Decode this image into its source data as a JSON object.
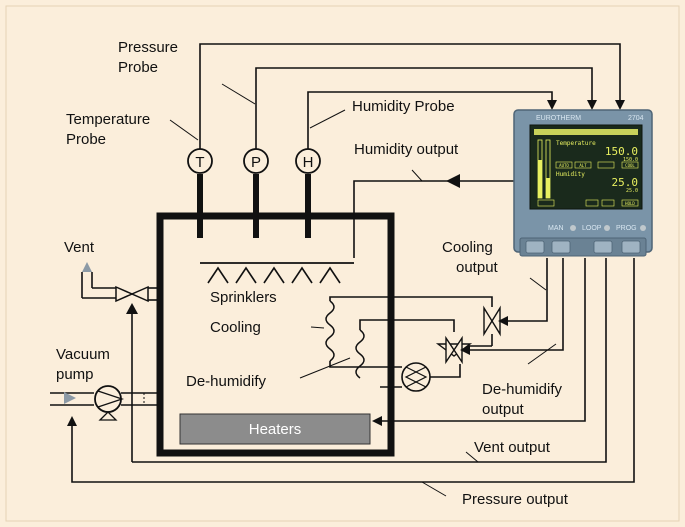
{
  "labels": {
    "pressure_probe_1": "Pressure",
    "pressure_probe_2": "Probe",
    "temperature_probe_1": "Temperature",
    "temperature_probe_2": "Probe",
    "humidity_probe": "Humidity Probe",
    "humidity_output": "Humidity output",
    "vent": "Vent",
    "sprinklers": "Sprinklers",
    "cooling": "Cooling",
    "cooling_output_1": "Cooling",
    "cooling_output_2": "output",
    "vacuum_pump_1": "Vacuum",
    "vacuum_pump_2": "pump",
    "dehumidify": "De-humidify",
    "dehumidify_output_1": "De-humidify",
    "dehumidify_output_2": "output",
    "heaters": "Heaters",
    "vent_output": "Vent output",
    "pressure_output": "Pressure output"
  },
  "probes": {
    "t": "T",
    "p": "P",
    "h": "H"
  },
  "controller": {
    "brand": "EUROTHERM",
    "model": "2704",
    "temp_label": "Temperature",
    "temp_value": "150.0",
    "temp_setpoint": "150.0",
    "hum_label": "Humidity",
    "hum_value": "25.0",
    "hum_setpoint": "25.0",
    "btn_man": "MAN",
    "btn_auto": "AUTO",
    "btn_alt": "ALT",
    "btn_loop": "LOOP",
    "btn_prog": "PROG",
    "btn_cool": "COOL",
    "btn_hold": "HOLD"
  },
  "colors": {
    "background": "#fbeedb",
    "heater_fill": "#8c8c8c",
    "controller_body": "#7a94a8",
    "screen": "#1a2a1c"
  }
}
